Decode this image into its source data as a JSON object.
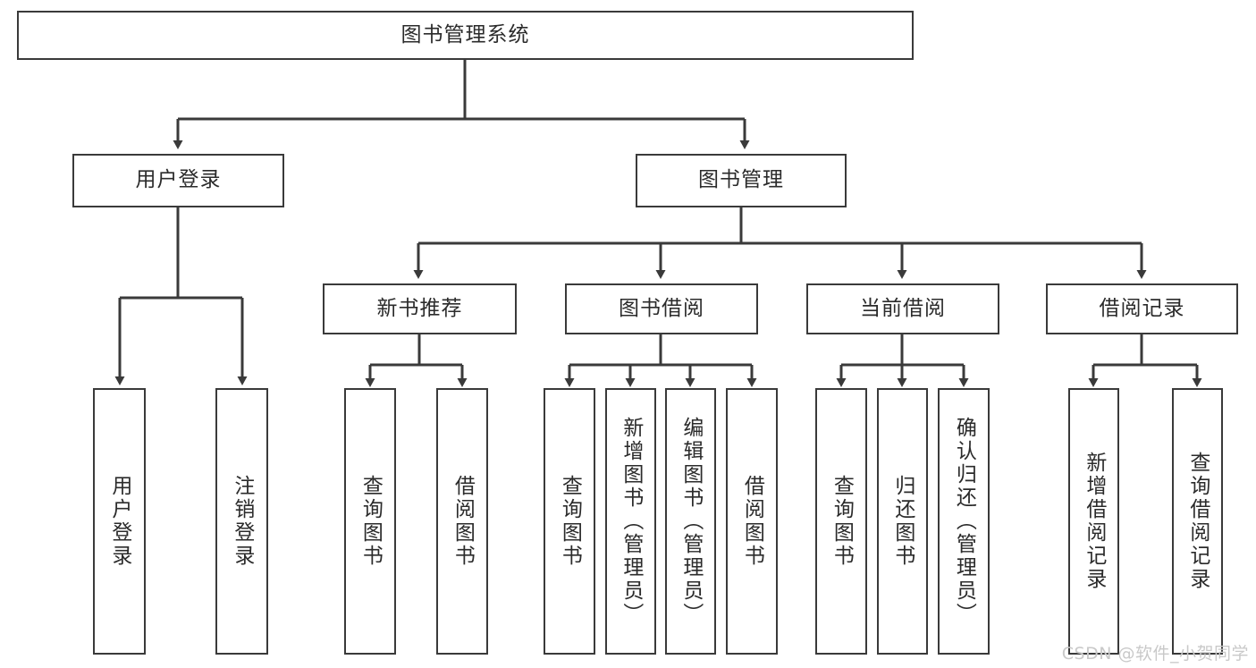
{
  "diagram": {
    "title": "图书管理系统",
    "type": "tree",
    "orientation": "top-down",
    "line_color": "#3a3a3a",
    "box_fill": "#ffffff",
    "text_color": "#2b2b2b",
    "watermark": "CSDN @软件_小贺同学",
    "watermark_color": "#c9c9c9"
  },
  "nodes": {
    "root": {
      "label": "图书管理系统",
      "level": 1,
      "orient": "horizontal"
    },
    "l2": [
      {
        "id": "user-login",
        "label": "用户登录",
        "level": 2,
        "orient": "horizontal"
      },
      {
        "id": "book-manage",
        "label": "图书管理",
        "level": 2,
        "orient": "horizontal"
      }
    ],
    "l3": [
      {
        "id": "new-book-rec",
        "label": "新书推荐",
        "level": 3,
        "orient": "horizontal",
        "parent": "book-manage"
      },
      {
        "id": "book-borrow",
        "label": "图书借阅",
        "level": 3,
        "orient": "horizontal",
        "parent": "book-manage"
      },
      {
        "id": "current-borrow",
        "label": "当前借阅",
        "level": 3,
        "orient": "horizontal",
        "parent": "book-manage"
      },
      {
        "id": "borrow-record",
        "label": "借阅记录",
        "level": 3,
        "orient": "horizontal",
        "parent": "book-manage"
      }
    ],
    "leaves": [
      {
        "id": "leaf-user-login",
        "label": "用户登录",
        "parent": "user-login",
        "orient": "vertical"
      },
      {
        "id": "leaf-logout",
        "label": "注销登录",
        "parent": "user-login",
        "orient": "vertical"
      },
      {
        "id": "leaf-query-book-1",
        "label": "查询图书",
        "parent": "new-book-rec",
        "orient": "vertical"
      },
      {
        "id": "leaf-borrow-book-1",
        "label": "借阅图书",
        "parent": "new-book-rec",
        "orient": "vertical"
      },
      {
        "id": "leaf-query-book-2",
        "label": "查询图书",
        "parent": "book-borrow",
        "orient": "vertical"
      },
      {
        "id": "leaf-add-book",
        "label": "新增图书（管理员）",
        "parent": "book-borrow",
        "orient": "vertical"
      },
      {
        "id": "leaf-edit-book",
        "label": "编辑图书（管理员）",
        "parent": "book-borrow",
        "orient": "vertical"
      },
      {
        "id": "leaf-borrow-book-2",
        "label": "借阅图书",
        "parent": "book-borrow",
        "orient": "vertical"
      },
      {
        "id": "leaf-query-book-3",
        "label": "查询图书",
        "parent": "current-borrow",
        "orient": "vertical"
      },
      {
        "id": "leaf-return-book",
        "label": "归还图书",
        "parent": "current-borrow",
        "orient": "vertical"
      },
      {
        "id": "leaf-confirm-return",
        "label": "确认归还（管理员）",
        "parent": "current-borrow",
        "orient": "vertical"
      },
      {
        "id": "leaf-add-record",
        "label": "新增借阅记录",
        "parent": "borrow-record",
        "orient": "vertical"
      },
      {
        "id": "leaf-query-record",
        "label": "查询借阅记录",
        "parent": "borrow-record",
        "orient": "vertical"
      }
    ]
  }
}
